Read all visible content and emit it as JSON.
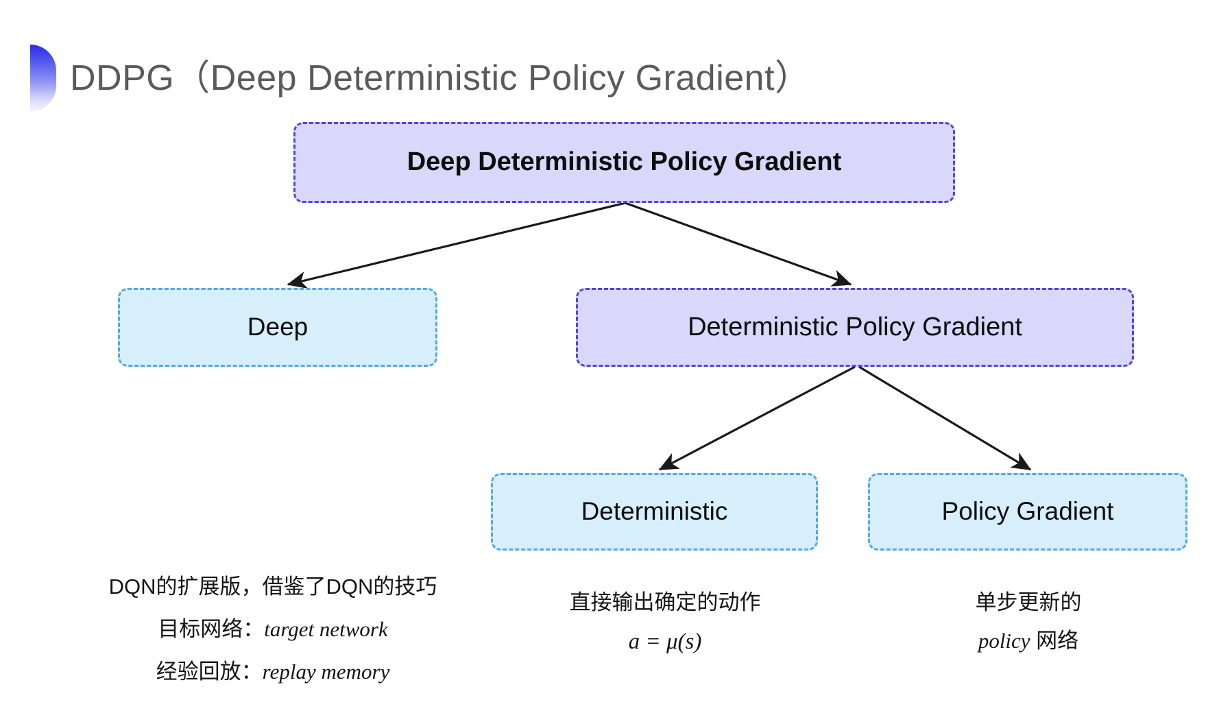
{
  "slide": {
    "background_color": "#ffffff",
    "title": "DDPG（Deep Deterministic Policy Gradient）",
    "bullet_icon": "half-circle-gradient-icon"
  },
  "palette": {
    "purple_fill": "#d9d7fa",
    "purple_border": "#4f46d6",
    "blue_fill": "#d7eefb",
    "blue_border": "#55a8dd",
    "title_text": "#5a5a5a",
    "node_text": "#0d0d0d",
    "arrow": "#1a1a1a"
  },
  "diagram": {
    "nodes": [
      {
        "id": "root",
        "label": "Deep Deterministic Policy Gradient",
        "style": "purple"
      },
      {
        "id": "deep",
        "label": "Deep",
        "style": "blue"
      },
      {
        "id": "dpg",
        "label": "Deterministic Policy Gradient",
        "style": "purple"
      },
      {
        "id": "deterministic",
        "label": "Deterministic",
        "style": "blue"
      },
      {
        "id": "policy_gradient",
        "label": "Policy Gradient",
        "style": "blue"
      }
    ],
    "edges": [
      {
        "from": "root",
        "to": "deep"
      },
      {
        "from": "root",
        "to": "dpg"
      },
      {
        "from": "dpg",
        "to": "deterministic"
      },
      {
        "from": "dpg",
        "to": "policy_gradient"
      }
    ]
  },
  "annotations": {
    "left": {
      "lines": [
        "DQN的扩展版，借鉴了DQN的技巧",
        "目标网络：",
        "经验回放："
      ],
      "terms": [
        "target network",
        "replay memory"
      ]
    },
    "middle": {
      "line1": "直接输出确定的动作",
      "equation": "a = μ(s)"
    },
    "right": {
      "line1": "单步更新的",
      "term": "policy",
      "line2_suffix": " 网络"
    }
  }
}
